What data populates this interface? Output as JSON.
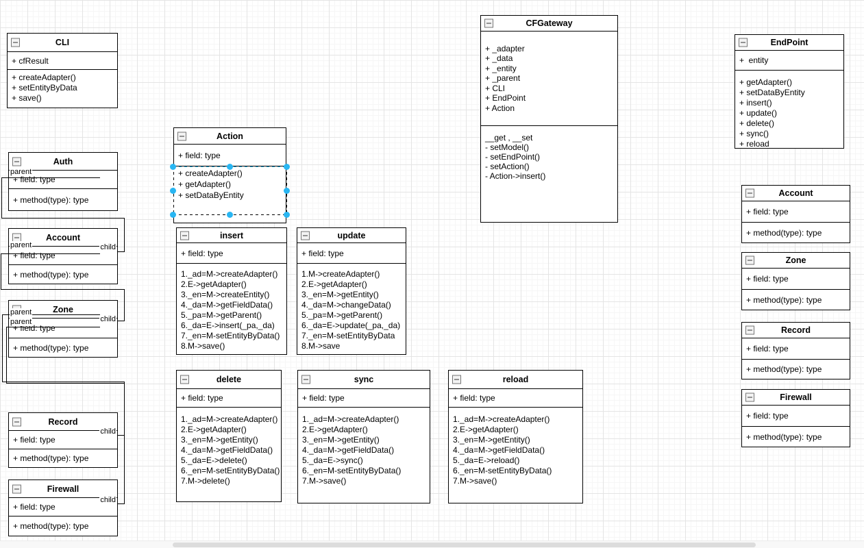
{
  "diagram_type": "uml-class-diagram",
  "colors": {
    "box_border": "#000000",
    "box_fill": "#ffffff",
    "grid_major": "#e4e4e4",
    "grid_minor": "#f6f6f6",
    "selection_handle": "#29b6f2",
    "selection_dash": "#29b6f2",
    "scrollbar_thumb": "#dcdcdc"
  },
  "classes": {
    "cli": {
      "title": "CLI",
      "fields": [
        "+ cfResult"
      ],
      "methods": [
        "+ createAdapter()",
        "+ setEntityByData",
        "+ save()"
      ]
    },
    "auth": {
      "title": "Auth",
      "fields": [
        "+ field: type"
      ],
      "methods": [
        "+ method(type): type"
      ],
      "ports": [
        "parent"
      ]
    },
    "account_left": {
      "title": "Account",
      "fields": [
        "+ field: type"
      ],
      "methods": [
        "+ method(type): type"
      ],
      "ports": [
        "parent",
        "child"
      ]
    },
    "zone_left": {
      "title": "Zone",
      "fields": [
        "+ field: type"
      ],
      "methods": [
        "+ method(type): type"
      ],
      "ports": [
        "parent",
        "parent",
        "child"
      ]
    },
    "record_left": {
      "title": "Record",
      "fields": [
        "+ field: type"
      ],
      "methods": [
        "+ method(type): type"
      ],
      "ports": [
        "child"
      ]
    },
    "firewall_left": {
      "title": "Firewall",
      "fields": [
        "+ field: type"
      ],
      "methods": [
        "+ method(type): type"
      ],
      "ports": [
        "child"
      ]
    },
    "action": {
      "title": "Action",
      "selected": "methods compartment",
      "fields": [
        "+ field: type"
      ],
      "methods": [
        "+ createAdapter()",
        "+ getAdapter()",
        "+ setDataByEntity"
      ]
    },
    "insert": {
      "title": "insert",
      "fields": [
        "+ field: type"
      ],
      "methods": [
        "1._ad=M->createAdapter()",
        "2.E->getAdapter()",
        "3._en=M->createEntity()",
        "4._da=M->getFieldData()",
        "5._pa=M->getParent()",
        "6._da=E->insert(_pa,_da)",
        "7._en=M-setEntityByData()",
        "8.M->save()"
      ]
    },
    "update": {
      "title": "update",
      "fields": [
        "+ field: type"
      ],
      "methods": [
        "1.M->createAdapter()",
        "2.E->getAdapter()",
        "3._en=M->getEntity()",
        "4._da=M->changeData()",
        "5._pa=M->getParent()",
        "6._da=E->update(_pa,_da)",
        "7._en=M-setEntityByData",
        "8.M->save"
      ]
    },
    "cfgateway": {
      "title": "CFGateway",
      "fields": [
        "+ _adapter",
        "+ _data",
        "+ _entity",
        "+ _parent",
        "+ CLI",
        "+ EndPoint",
        "+ Action"
      ],
      "methods": [
        "__get , __set",
        "- setModel()",
        "- setEndPoint()",
        "- setAction()",
        "- Action->insert()"
      ]
    },
    "endpoint": {
      "title": "EndPoint",
      "fields": [
        "+  entity"
      ],
      "methods": [
        "+ getAdapter()",
        "+ setDataByEntity",
        "+ insert()",
        "+ update()",
        "+ delete()",
        "+ sync()",
        "+ reload"
      ]
    },
    "account_right": {
      "title": "Account",
      "fields": [
        "+ field: type"
      ],
      "methods": [
        "+ method(type): type"
      ]
    },
    "zone_right": {
      "title": "Zone",
      "fields": [
        "+ field: type"
      ],
      "methods": [
        "+ method(type): type"
      ]
    },
    "record_right": {
      "title": "Record",
      "fields": [
        "+ field: type"
      ],
      "methods": [
        "+ method(type): type"
      ]
    },
    "firewall_right": {
      "title": "Firewall",
      "fields": [
        "+ field: type"
      ],
      "methods": [
        "+ method(type): type"
      ]
    },
    "delete": {
      "title": "delete",
      "fields": [
        "+ field: type"
      ],
      "methods": [
        "1._ad=M->createAdapter()",
        "2.E->getAdapter()",
        "3._en=M->getEntity()",
        "4._da=M->getFieldData()",
        "5._da=E->delete()",
        "6._en=M-setEntityByData()",
        "7.M->delete()"
      ]
    },
    "sync": {
      "title": "sync",
      "fields": [
        "+ field: type"
      ],
      "methods": [
        "1._ad=M->createAdapter()",
        "2.E->getAdapter()",
        "3._en=M->getEntity()",
        "4._da=M->getFieldData()",
        "5._da=E->sync()",
        "6._en=M-setEntityByData()",
        "7.M->save()"
      ]
    },
    "reload": {
      "title": "reload",
      "fields": [
        "+ field: type"
      ],
      "methods": [
        "1._ad=M->createAdapter()",
        "2.E->getAdapter()",
        "3._en=M->getEntity()",
        "4._da=M->getFieldData()",
        "5._da=E->reload()",
        "6._en=M-setEntityByData()",
        "7.M->save()"
      ]
    }
  },
  "connectors": [
    {
      "from": "Account.child",
      "to": "Auth.parent"
    },
    {
      "from": "Zone.child",
      "to": "Account.parent"
    },
    {
      "from": "Record.child",
      "to": "Zone.parent"
    },
    {
      "from": "Firewall.child",
      "to": "Zone.parent"
    }
  ],
  "selection": {
    "target": "Action methods compartment",
    "handle_count": 8,
    "handle_color": "#29b6f2"
  }
}
